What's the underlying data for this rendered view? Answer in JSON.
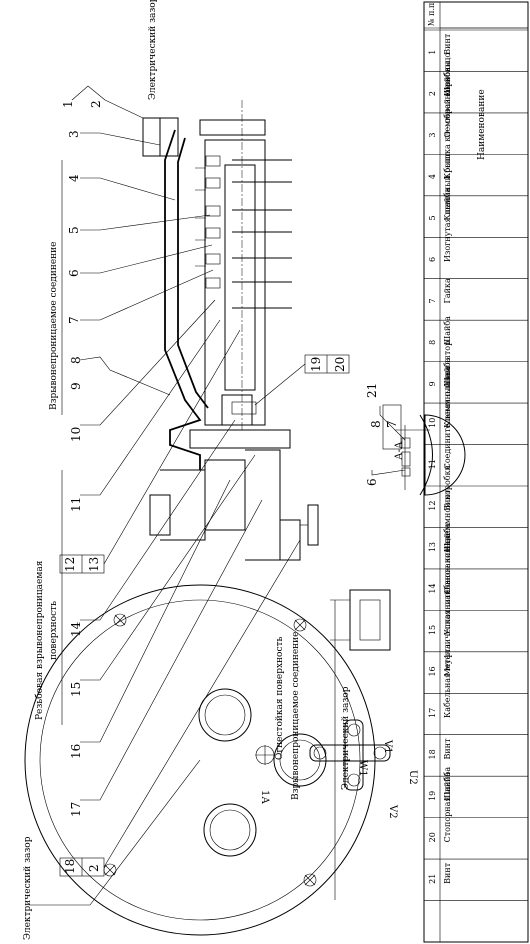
{
  "parts_table": {
    "header_num": "№ п.п",
    "header_name": "Наименование",
    "rows": [
      {
        "num": "1",
        "name": "Винт"
      },
      {
        "num": "2",
        "name": "Шайба"
      },
      {
        "num": "3",
        "name": "О - образное кольцо"
      },
      {
        "num": "4",
        "name": "Крышка клеммной коробки"
      },
      {
        "num": "5",
        "name": "Клеммный болт"
      },
      {
        "num": "6",
        "name": "Изогнутая шайба"
      },
      {
        "num": "7",
        "name": "Гайка"
      },
      {
        "num": "8",
        "name": "Шайба"
      },
      {
        "num": "9",
        "name": "Шайба"
      },
      {
        "num": "10",
        "name": "Клеммный изолятор"
      },
      {
        "num": "11",
        "name": "Соединительная планка"
      },
      {
        "num": "12",
        "name": "Винт"
      },
      {
        "num": "13",
        "name": "Шайба"
      },
      {
        "num": "14",
        "name": "Основание клеммной коробки"
      },
      {
        "num": "15",
        "name": "Уплотнительное кольцо"
      },
      {
        "num": "16",
        "name": "Металлическая шайба"
      },
      {
        "num": "17",
        "name": "Кабельная муфта"
      },
      {
        "num": "18",
        "name": "Винт"
      },
      {
        "num": "19",
        "name": "Шайба"
      },
      {
        "num": "20",
        "name": "Стопорная шайба"
      },
      {
        "num": "21",
        "name": "Винт"
      }
    ]
  },
  "annotations": {
    "electric_gap_left": "Электрический зазор",
    "electric_gap_bottom": "Электрический зазор",
    "electric_gap_right": "Электрический зазор",
    "explosion_proof_joint": "Взрывонепроницаемое соединение",
    "threaded_surface_1": "Резьбовая взрывонепроницаемая",
    "threaded_surface_2": "поверхность",
    "fireproof_surface": "Огнестойкая поверхность",
    "explosion_proof_joint_2": "Взрывонепроницаемое соединение",
    "section_label": "А-А"
  },
  "callouts": {
    "c1": "1",
    "c2": "2",
    "c3": "3",
    "c4": "4",
    "c5": "5",
    "c6": "6",
    "c7": "7",
    "c8": "8",
    "c9": "9",
    "c10": "10",
    "c11": "11",
    "c12": "12",
    "c13": "13",
    "c14": "14",
    "c15": "15",
    "c16": "16",
    "c17": "17",
    "c18": "18",
    "c2b": "2",
    "c19": "19",
    "c20": "20",
    "s21": "21",
    "s8": "8",
    "s7": "7",
    "s6": "6"
  },
  "terminal_marks": {
    "w1": "W1",
    "v1": "V1",
    "v2": "V2",
    "u2": "U2",
    "one_a": "1А"
  }
}
